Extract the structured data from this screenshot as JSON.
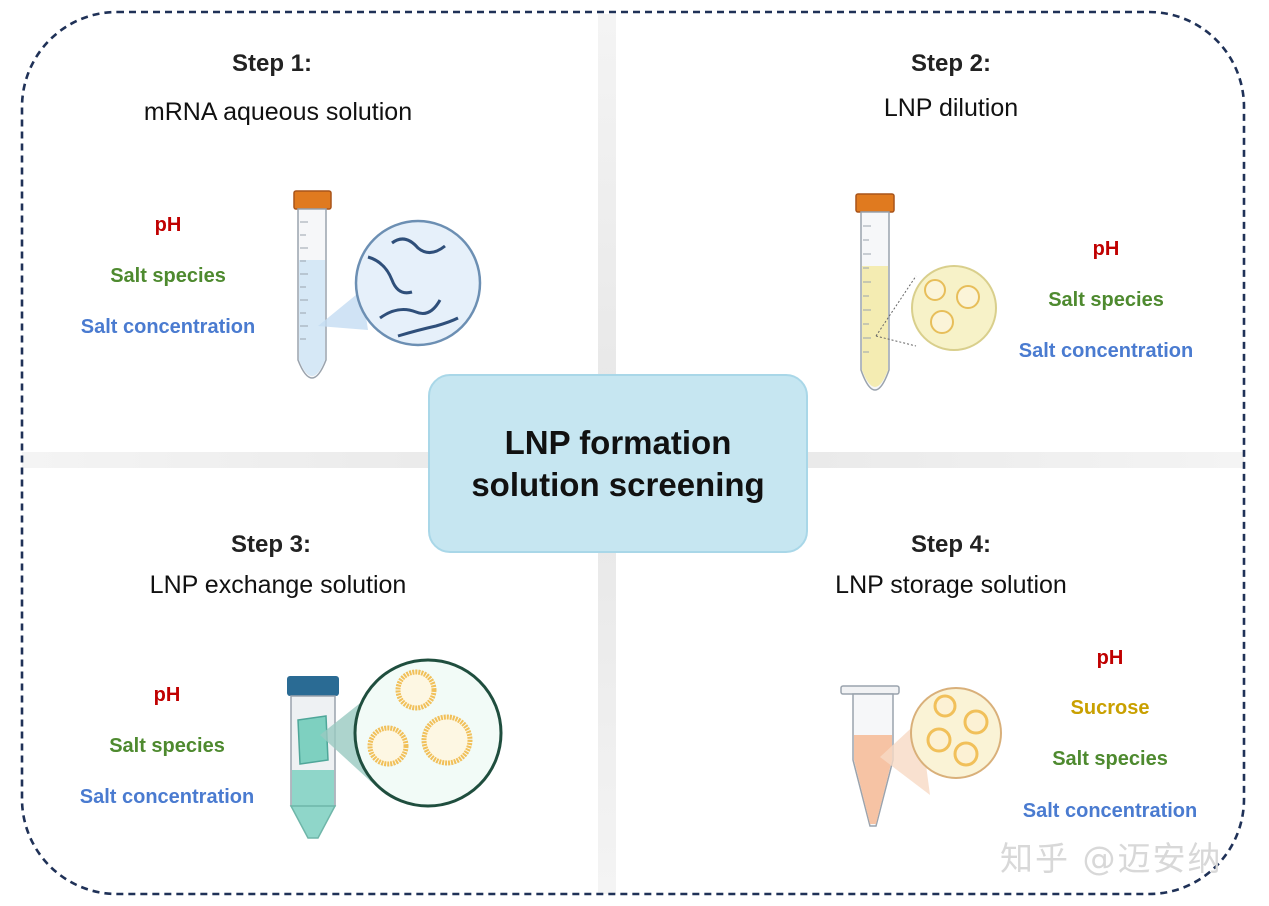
{
  "center": {
    "line1": "LNP formation",
    "line2": "solution screening"
  },
  "steps": [
    {
      "title": "Step 1:",
      "subtitle": "mRNA aqueous solution",
      "params": [
        {
          "label": "pH",
          "color": "#c00000"
        },
        {
          "label": "Salt species",
          "color": "#4e8a2f"
        },
        {
          "label": "Salt concentration",
          "color": "#4a7bd0"
        }
      ]
    },
    {
      "title": "Step 2:",
      "subtitle": "LNP dilution",
      "params": [
        {
          "label": "pH",
          "color": "#c00000"
        },
        {
          "label": "Salt species",
          "color": "#4e8a2f"
        },
        {
          "label": "Salt concentration",
          "color": "#4a7bd0"
        }
      ]
    },
    {
      "title": "Step 3:",
      "subtitle": "LNP exchange solution",
      "params": [
        {
          "label": "pH",
          "color": "#c00000"
        },
        {
          "label": "Salt species",
          "color": "#4e8a2f"
        },
        {
          "label": "Salt concentration",
          "color": "#4a7bd0"
        }
      ]
    },
    {
      "title": "Step 4:",
      "subtitle": "LNP storage solution",
      "params": [
        {
          "label": "pH",
          "color": "#c00000"
        },
        {
          "label": "Sucrose",
          "color": "#c9a000"
        },
        {
          "label": "Salt species",
          "color": "#4e8a2f"
        },
        {
          "label": "Salt concentration",
          "color": "#4a7bd0"
        }
      ]
    }
  ],
  "watermark": "知乎 @迈安纳",
  "icons": [
    "falcon-tube-icon",
    "mrna-magnifier-icon",
    "lnp-magnifier-icon",
    "dialysis-tube-icon",
    "microcentrifuge-tube-icon"
  ]
}
